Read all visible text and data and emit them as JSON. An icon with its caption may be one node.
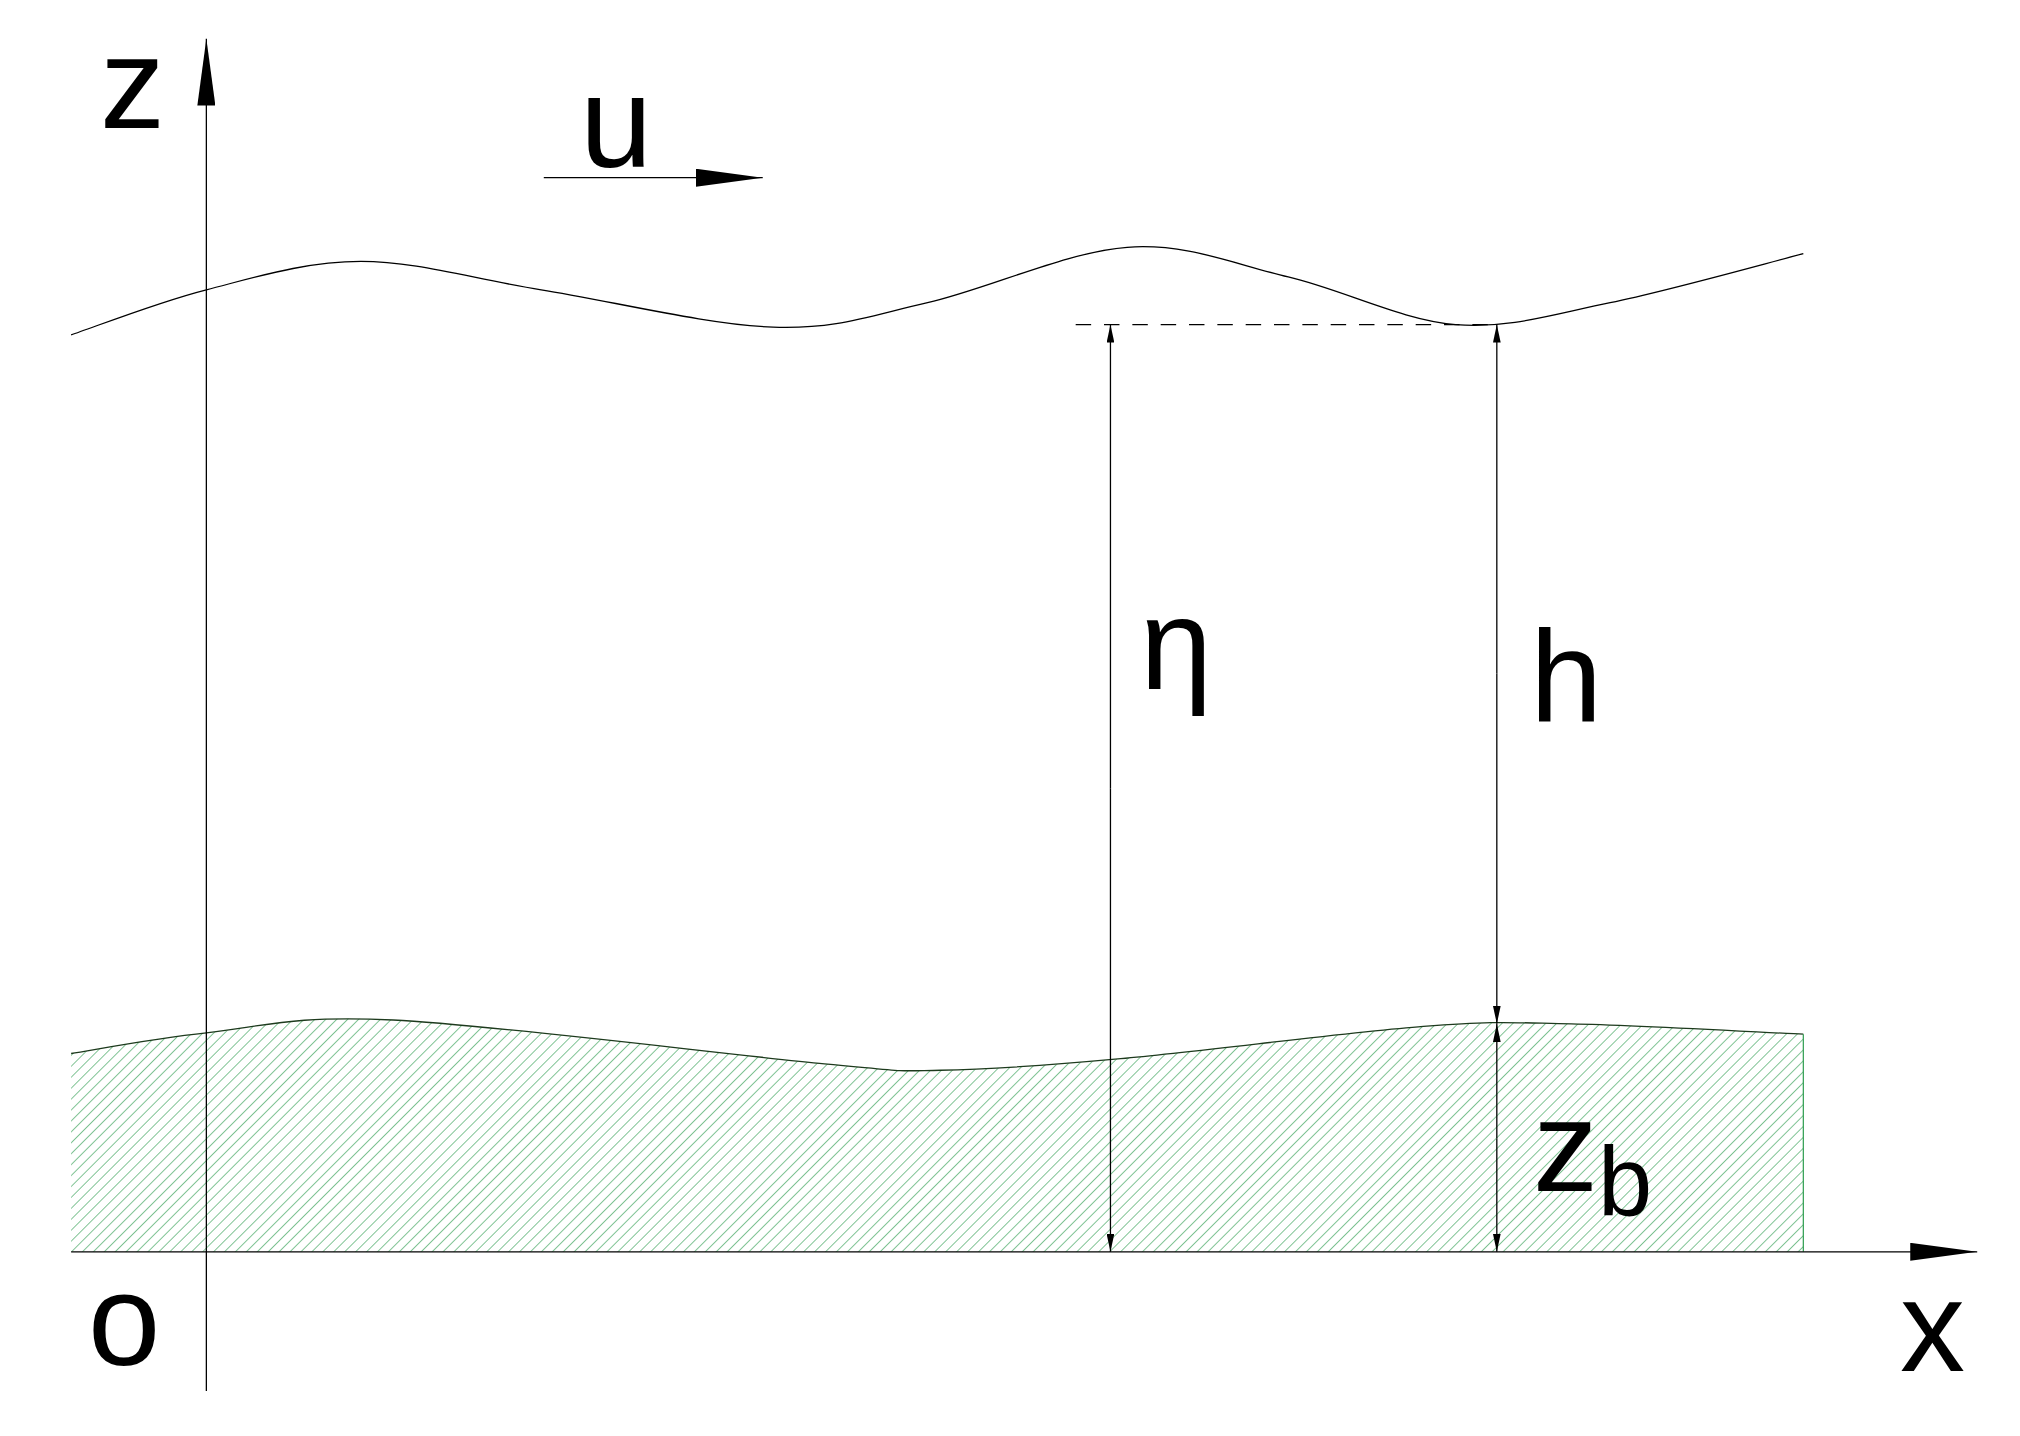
{
  "diagram": {
    "labels": [
      "z",
      "u",
      "η",
      "h",
      "z$_{b}$",
      "o",
      "x"
    ]
  }
}
